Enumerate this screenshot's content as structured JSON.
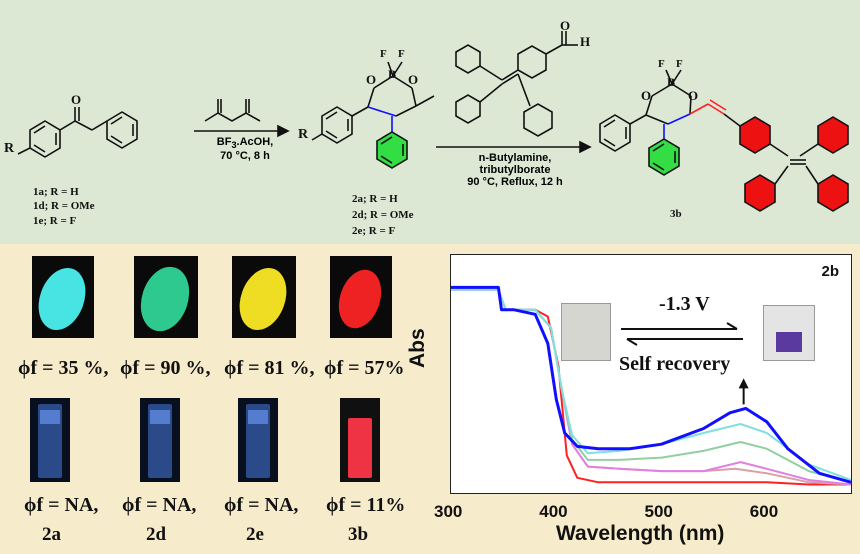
{
  "scheme": {
    "reagent1_line1": "BF",
    "reagent1_sub": "3",
    "reagent1_line1b": ".AcOH,",
    "reagent1_line2": "70 °C, 8 h",
    "reagent2_line1": "n-Butylamine,",
    "reagent2_line2": "tributylborate",
    "reagent2_line3": "90 °C, Reflux, 12 h",
    "sm_labels": [
      "1a; R = H",
      "1d; R = OMe",
      "1e; R = F"
    ],
    "int_labels": [
      "2a; R = H",
      "2d; R = OMe",
      "2e; R = F"
    ],
    "product_label": "3b",
    "R": "R",
    "O": "O",
    "H": "H",
    "B": "B",
    "F": "F"
  },
  "photos": {
    "solid_colors": [
      "#48e4e4",
      "#2ec98f",
      "#eedd22",
      "#ee2222"
    ],
    "phi_solid": [
      "ϕf = 35 %,",
      "ϕf = 90 %,",
      "ϕf = 81 %,",
      "ϕf = 57%"
    ],
    "vial_colors": [
      "#2b4a8a",
      "#2b4a8a",
      "#2b4a8a",
      "#ee3344"
    ],
    "phi_solution": [
      "ϕf = NA,",
      "ϕf = NA,",
      "ϕf = NA,",
      "ϕf = 11%"
    ],
    "compounds": [
      "2a",
      "2d",
      "2e",
      "3b"
    ]
  },
  "chart_data": {
    "type": "line",
    "panel_label": "2b",
    "xlabel": "Wavelength (nm)",
    "ylabel": "Abs",
    "xlim": [
      300,
      680
    ],
    "x_ticks": [
      300,
      400,
      500,
      600
    ],
    "annotation_voltage": "-1.3 V",
    "annotation_recovery": "Self recovery",
    "series": [
      {
        "color": "#ff2020",
        "x": [
          300,
          330,
          345,
          352,
          360,
          380,
          392,
          402,
          410,
          420,
          440,
          480,
          520,
          560,
          600,
          640,
          680
        ],
        "y": [
          0.89,
          0.89,
          0.89,
          0.8,
          0.8,
          0.8,
          0.77,
          0.55,
          0.15,
          0.05,
          0.03,
          0.03,
          0.03,
          0.03,
          0.03,
          0.02,
          0.02
        ]
      },
      {
        "color": "#d8a0a8",
        "x": [
          300,
          330,
          345,
          352,
          360,
          380,
          395,
          405,
          415,
          430,
          460,
          500,
          540,
          570,
          600,
          640,
          680
        ],
        "y": [
          0.89,
          0.89,
          0.89,
          0.8,
          0.8,
          0.8,
          0.72,
          0.45,
          0.2,
          0.1,
          0.09,
          0.08,
          0.08,
          0.09,
          0.07,
          0.03,
          0.02
        ]
      },
      {
        "color": "#e080e0",
        "x": [
          300,
          330,
          345,
          352,
          360,
          380,
          395,
          405,
          415,
          430,
          460,
          500,
          540,
          575,
          600,
          640,
          680
        ],
        "y": [
          0.89,
          0.89,
          0.89,
          0.8,
          0.8,
          0.8,
          0.72,
          0.45,
          0.2,
          0.1,
          0.09,
          0.08,
          0.08,
          0.12,
          0.09,
          0.04,
          0.02
        ]
      },
      {
        "color": "#90d0a0",
        "x": [
          300,
          330,
          345,
          352,
          360,
          380,
          395,
          405,
          415,
          430,
          460,
          500,
          540,
          575,
          600,
          640,
          680
        ],
        "y": [
          0.89,
          0.89,
          0.89,
          0.8,
          0.8,
          0.8,
          0.72,
          0.45,
          0.22,
          0.13,
          0.13,
          0.14,
          0.17,
          0.21,
          0.18,
          0.08,
          0.03
        ]
      },
      {
        "color": "#80e0e0",
        "x": [
          300,
          330,
          345,
          352,
          360,
          380,
          395,
          405,
          415,
          430,
          460,
          500,
          540,
          575,
          600,
          640,
          680
        ],
        "y": [
          0.89,
          0.89,
          0.89,
          0.8,
          0.8,
          0.8,
          0.72,
          0.45,
          0.24,
          0.16,
          0.17,
          0.2,
          0.25,
          0.29,
          0.25,
          0.11,
          0.04
        ]
      },
      {
        "color": "#1010ff",
        "x": [
          300,
          330,
          345,
          348,
          352,
          360,
          380,
          392,
          400,
          408,
          420,
          440,
          470,
          500,
          540,
          565,
          580,
          600,
          620,
          650,
          680
        ],
        "y": [
          0.9,
          0.9,
          0.9,
          0.8,
          0.8,
          0.8,
          0.78,
          0.65,
          0.4,
          0.25,
          0.19,
          0.18,
          0.18,
          0.2,
          0.27,
          0.34,
          0.36,
          0.3,
          0.18,
          0.07,
          0.03
        ]
      }
    ],
    "arrow_x": 578
  }
}
